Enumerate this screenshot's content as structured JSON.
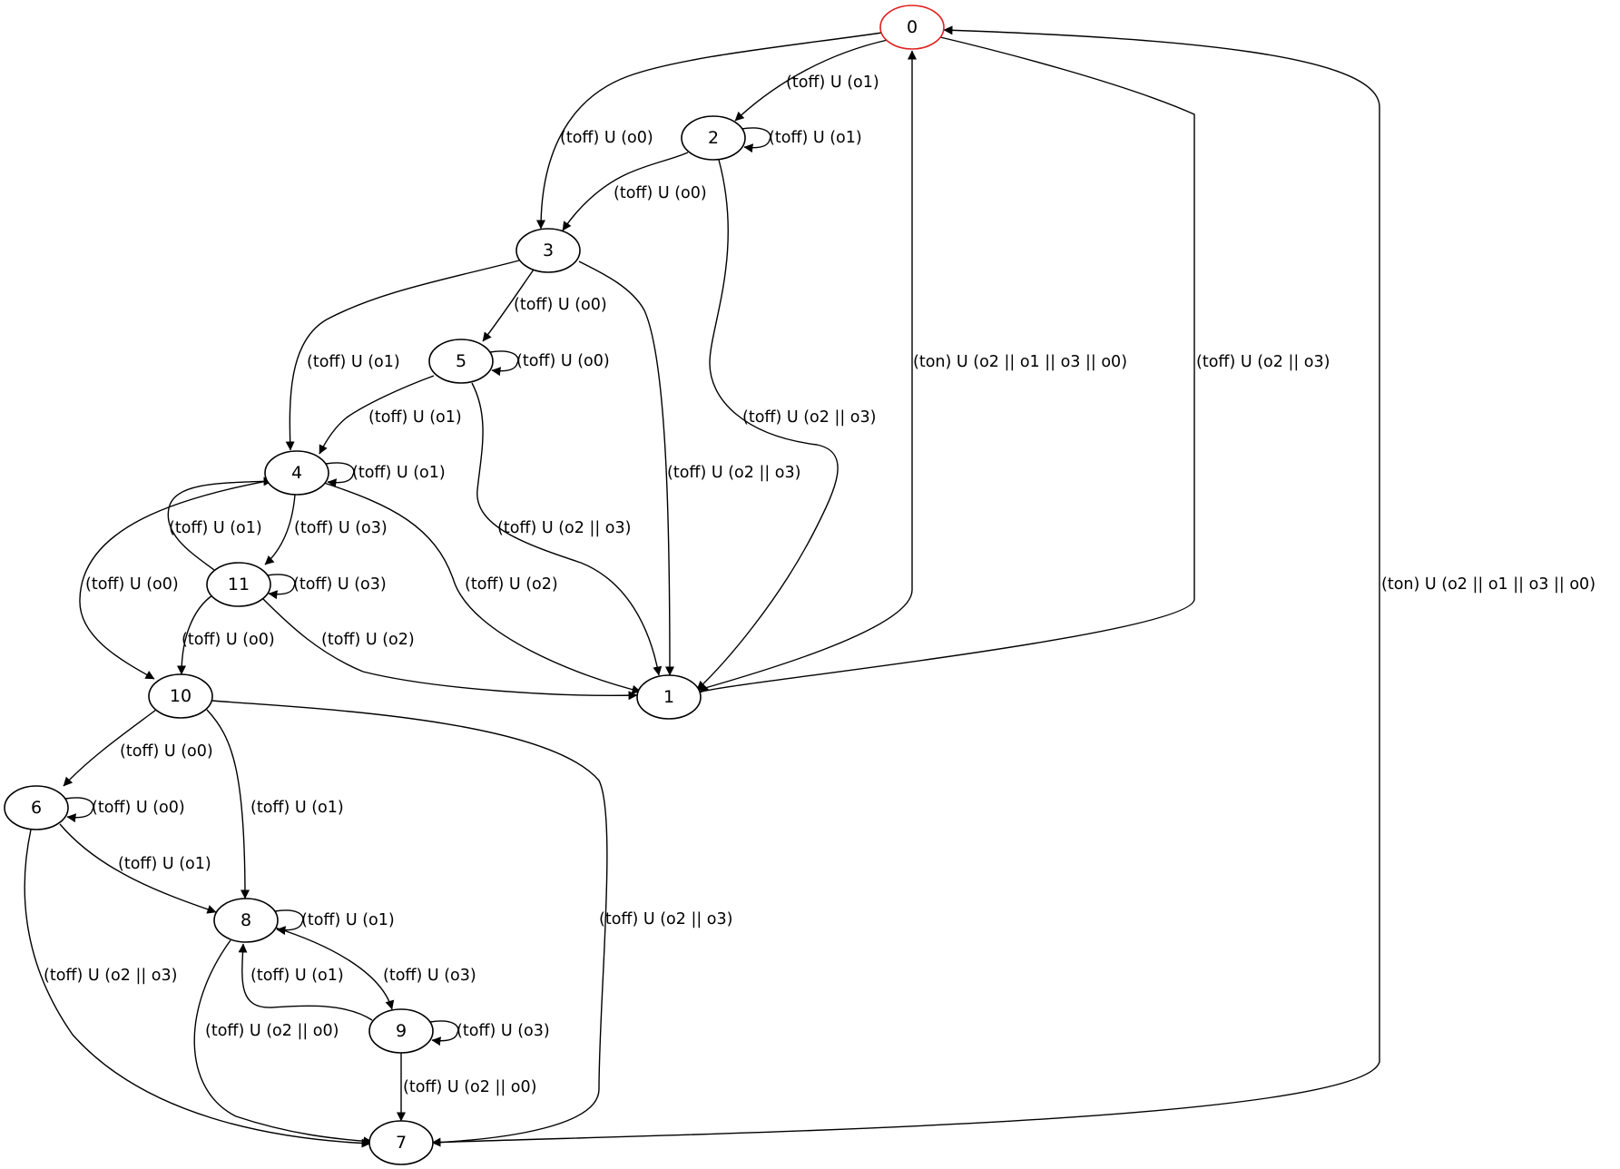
{
  "graph": {
    "initial_color": "#e02020",
    "nodes": [
      {
        "id": "0",
        "label": "0",
        "initial": true
      },
      {
        "id": "1",
        "label": "1"
      },
      {
        "id": "2",
        "label": "2"
      },
      {
        "id": "3",
        "label": "3"
      },
      {
        "id": "4",
        "label": "4"
      },
      {
        "id": "5",
        "label": "5"
      },
      {
        "id": "6",
        "label": "6"
      },
      {
        "id": "7",
        "label": "7"
      },
      {
        "id": "8",
        "label": "8"
      },
      {
        "id": "9",
        "label": "9"
      },
      {
        "id": "10",
        "label": "10"
      },
      {
        "id": "11",
        "label": "11"
      }
    ],
    "edges": [
      {
        "id": "e-0-2",
        "from": "0",
        "to": "2",
        "label": "(toff) U (o1)"
      },
      {
        "id": "e-0-3",
        "from": "0",
        "to": "3",
        "label": "(toff) U (o0)"
      },
      {
        "id": "e-0-1",
        "from": "0",
        "to": "1",
        "label": "(toff) U (o2 || o3)"
      },
      {
        "id": "e-1-0",
        "from": "1",
        "to": "0",
        "label": "(ton) U (o2 || o1 || o3 || o0)"
      },
      {
        "id": "e-2-2",
        "from": "2",
        "to": "2",
        "label": "(toff) U (o1)"
      },
      {
        "id": "e-2-3",
        "from": "2",
        "to": "3",
        "label": "(toff) U (o0)"
      },
      {
        "id": "e-2-1",
        "from": "2",
        "to": "1",
        "label": "(toff) U (o2 || o3)"
      },
      {
        "id": "e-3-5",
        "from": "3",
        "to": "5",
        "label": "(toff) U (o0)"
      },
      {
        "id": "e-3-4",
        "from": "3",
        "to": "4",
        "label": "(toff) U (o1)"
      },
      {
        "id": "e-3-1",
        "from": "3",
        "to": "1",
        "label": "(toff) U (o2 || o3)"
      },
      {
        "id": "e-5-5",
        "from": "5",
        "to": "5",
        "label": "(toff) U (o0)"
      },
      {
        "id": "e-5-4",
        "from": "5",
        "to": "4",
        "label": "(toff) U (o1)"
      },
      {
        "id": "e-5-1",
        "from": "5",
        "to": "1",
        "label": "(toff) U (o2 || o3)"
      },
      {
        "id": "e-4-4",
        "from": "4",
        "to": "4",
        "label": "(toff) U (o1)"
      },
      {
        "id": "e-4-11",
        "from": "4",
        "to": "11",
        "label": "(toff) U (o3)"
      },
      {
        "id": "e-4-10",
        "from": "4",
        "to": "10",
        "label": "(toff) U (o0)"
      },
      {
        "id": "e-4-1",
        "from": "4",
        "to": "1",
        "label": "(toff) U (o2)"
      },
      {
        "id": "e-11-4",
        "from": "11",
        "to": "4",
        "label": "(toff) U (o1)"
      },
      {
        "id": "e-11-11",
        "from": "11",
        "to": "11",
        "label": "(toff) U (o3)"
      },
      {
        "id": "e-11-10",
        "from": "11",
        "to": "10",
        "label": "(toff) U (o0)"
      },
      {
        "id": "e-11-1",
        "from": "11",
        "to": "1",
        "label": "(toff) U (o2)"
      },
      {
        "id": "e-10-6",
        "from": "10",
        "to": "6",
        "label": "(toff) U (o0)"
      },
      {
        "id": "e-10-8",
        "from": "10",
        "to": "8",
        "label": "(toff) U (o1)"
      },
      {
        "id": "e-10-7",
        "from": "10",
        "to": "7",
        "label": "(toff) U (o2 || o3)"
      },
      {
        "id": "e-6-6",
        "from": "6",
        "to": "6",
        "label": "(toff) U (o0)"
      },
      {
        "id": "e-6-8",
        "from": "6",
        "to": "8",
        "label": "(toff) U (o1)"
      },
      {
        "id": "e-6-7",
        "from": "6",
        "to": "7",
        "label": "(toff) U (o2 || o3)"
      },
      {
        "id": "e-8-8",
        "from": "8",
        "to": "8",
        "label": "(toff) U (o1)"
      },
      {
        "id": "e-8-9",
        "from": "8",
        "to": "9",
        "label": "(toff) U (o3)"
      },
      {
        "id": "e-8-7",
        "from": "8",
        "to": "7",
        "label": "(toff) U (o2 || o0)"
      },
      {
        "id": "e-9-8",
        "from": "9",
        "to": "8",
        "label": "(toff) U (o1)"
      },
      {
        "id": "e-9-9",
        "from": "9",
        "to": "9",
        "label": "(toff) U (o3)"
      },
      {
        "id": "e-9-7",
        "from": "9",
        "to": "7",
        "label": "(toff) U (o2 || o0)"
      },
      {
        "id": "e-7-0",
        "from": "7",
        "to": "0",
        "label": "(ton) U (o2 || o1 || o3 || o0)"
      }
    ]
  }
}
